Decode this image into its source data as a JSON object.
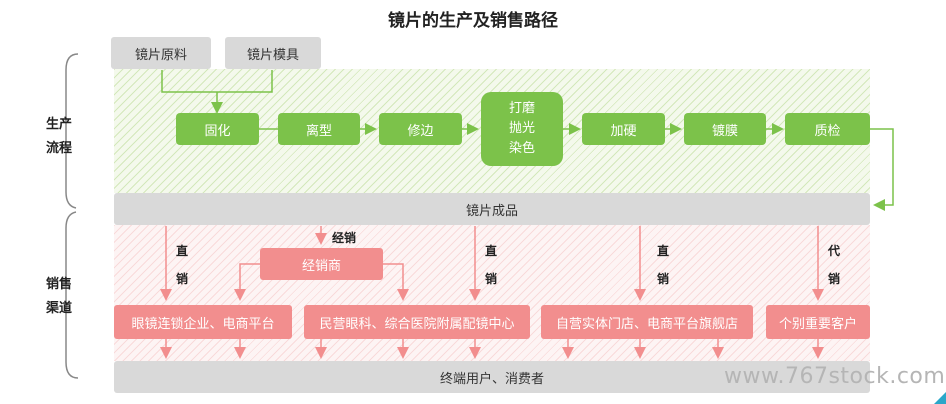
{
  "title": "镜片的生产及销售路径",
  "sections": {
    "production_label_line1": "生产",
    "production_label_line2": "流程",
    "sales_label_line1": "销售",
    "sales_label_line2": "渠道"
  },
  "inputs": {
    "raw_material": "镜片原料",
    "mold": "镜片模具"
  },
  "process_steps": {
    "s1": "固化",
    "s2": "离型",
    "s3": "修边",
    "s4_line1": "打磨",
    "s4_line2": "抛光",
    "s4_line3": "染色",
    "s5": "加硬",
    "s6": "镀膜",
    "s7": "质检"
  },
  "finished_product": "镜片成品",
  "channel_labels": {
    "direct1_a": "直",
    "direct1_b": "销",
    "distribution": "经销",
    "direct2_a": "直",
    "direct2_b": "销",
    "direct3_a": "直",
    "direct3_b": "销",
    "agent_a": "代",
    "agent_b": "销"
  },
  "distributor": "经销商",
  "channels": {
    "c1": "眼镜连锁企业、电商平台",
    "c2": "民营眼科、综合医院附属配镜中心",
    "c3": "自营实体门店、电商平台旗舰店",
    "c4": "个别重要客户"
  },
  "end_users": "终端用户、消费者",
  "watermark": "www.767stock.com",
  "colors": {
    "green": "#7cc24a",
    "pink": "#f28e8e",
    "gray": "#d9d9d9"
  }
}
